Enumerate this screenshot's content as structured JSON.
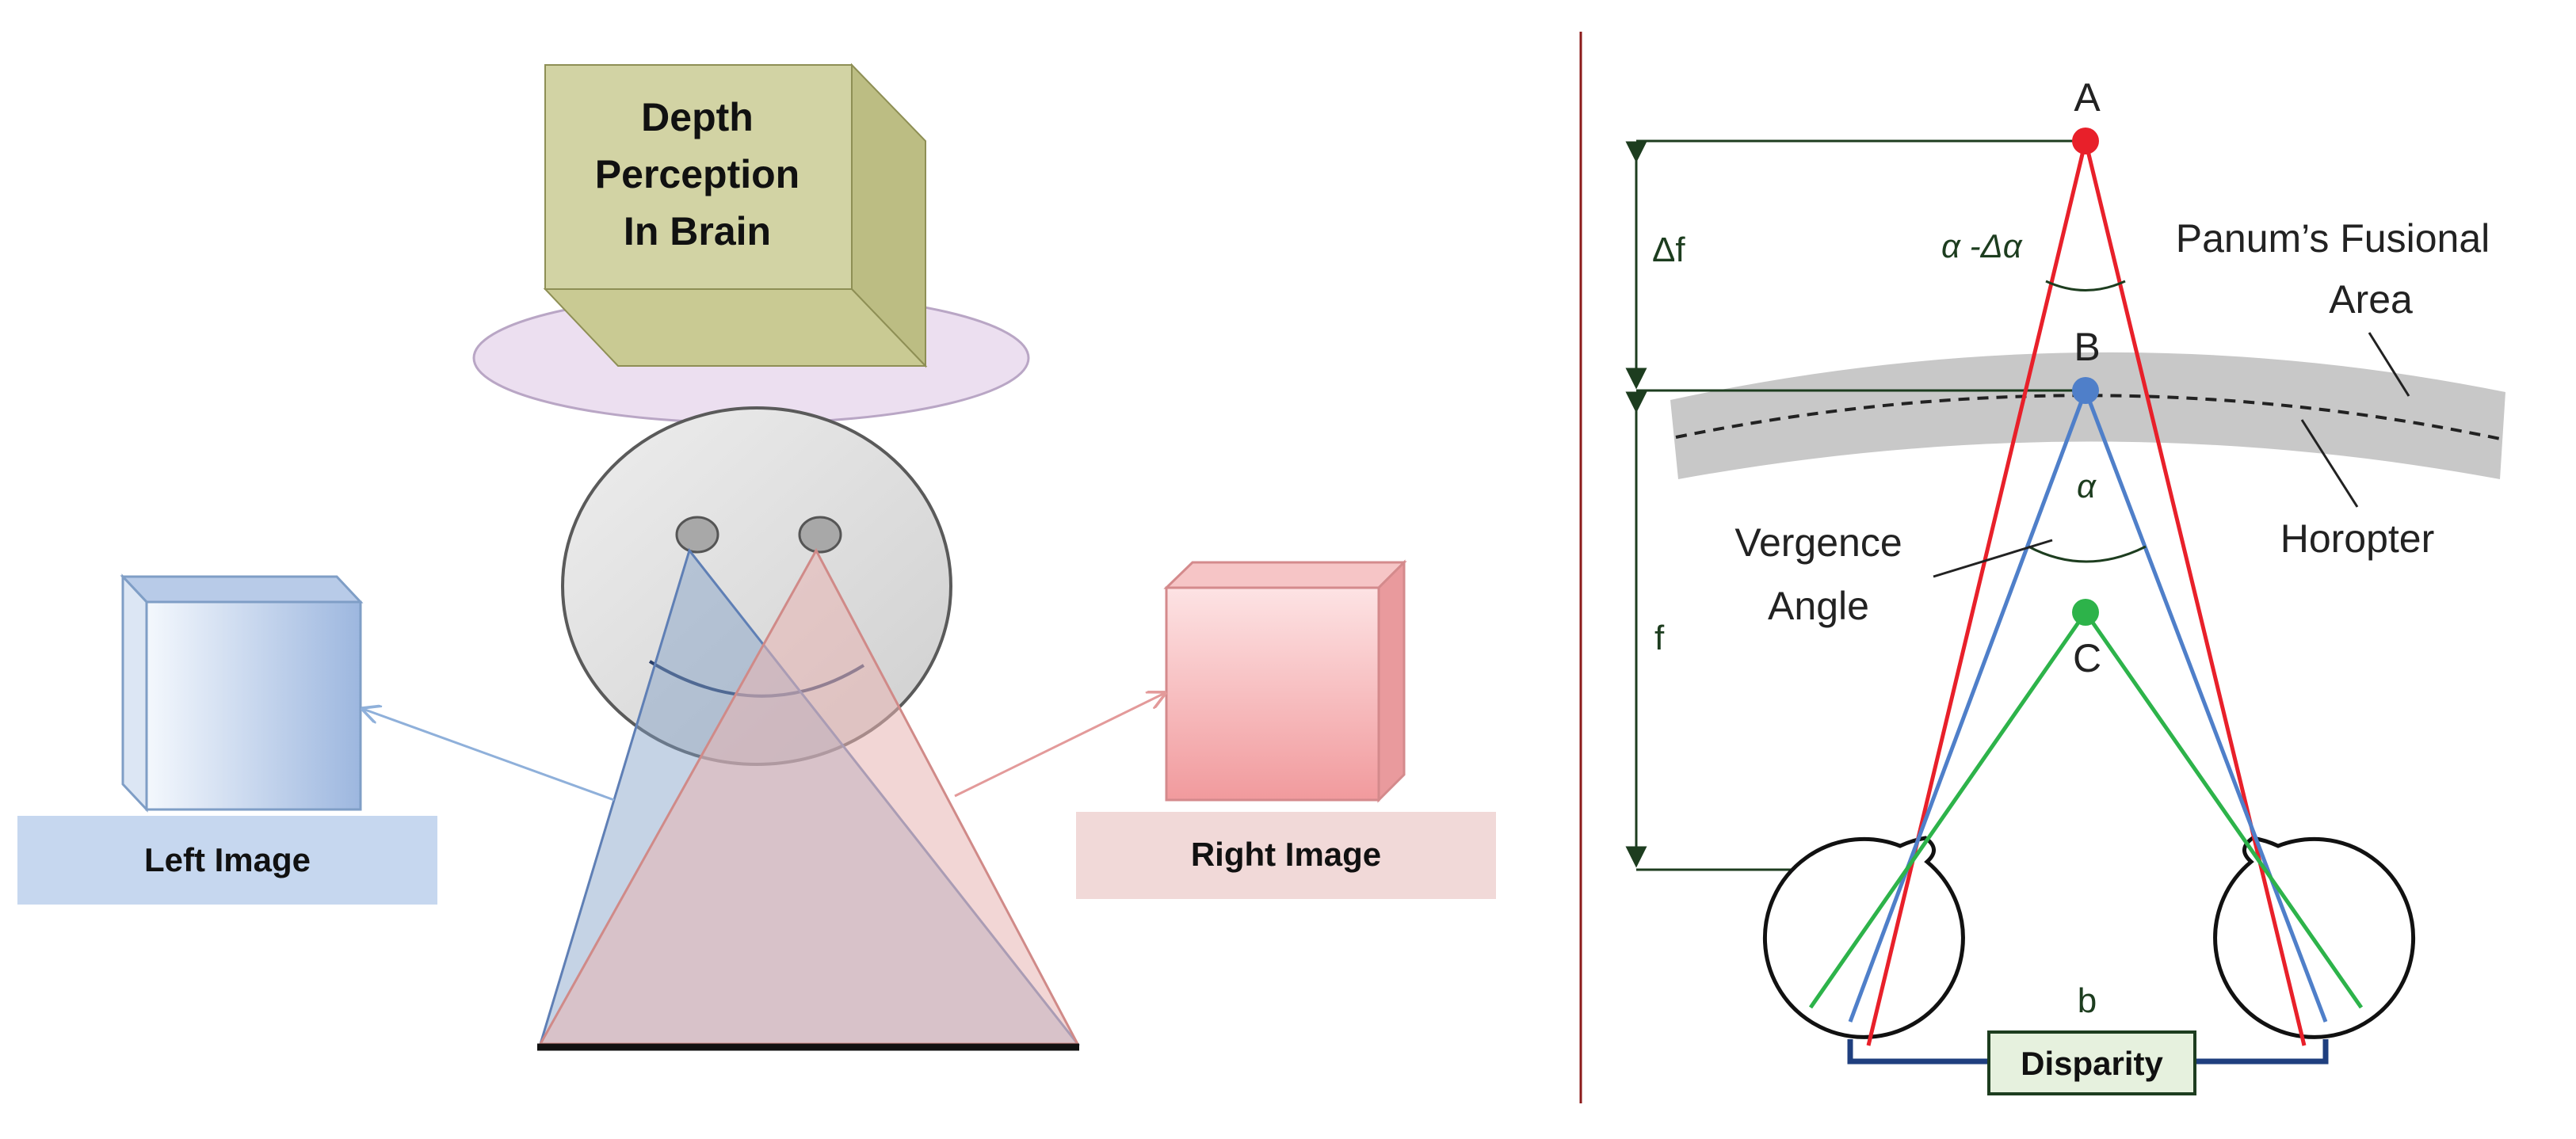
{
  "left_panel": {
    "brain_box_lines": [
      "Depth",
      "Perception",
      "In Brain"
    ],
    "left_image_label": "Left Image",
    "right_image_label": "Right Image"
  },
  "right_panel": {
    "point_a": "A",
    "point_b": "B",
    "point_c": "C",
    "delta_f": "Δf",
    "f": "f",
    "alpha_minus_delta": "α -Δα",
    "alpha": "α",
    "panum_lines": [
      "Panum’s Fusional",
      "Area"
    ],
    "horopter": "Horopter",
    "vergence_lines": [
      "Vergence",
      "Angle"
    ],
    "baseline": "b",
    "disparity": "Disparity"
  },
  "colors": {
    "red_ray": "#e8202a",
    "blue_ray": "#4f7fc9",
    "green_ray": "#2db34a",
    "dark_green": "#1d3d1f",
    "panum_band": "#c8c8c8",
    "brain_box_front": "#d2d3a4",
    "brain_box_side": "#bcbd83",
    "brain_ellipse": "#ecdff0",
    "left_label_bg": "#c6d7ef",
    "right_label_bg": "#f1d9d8",
    "divider": "#8b1a1a",
    "disparity_bracket": "#1f3f7f"
  }
}
